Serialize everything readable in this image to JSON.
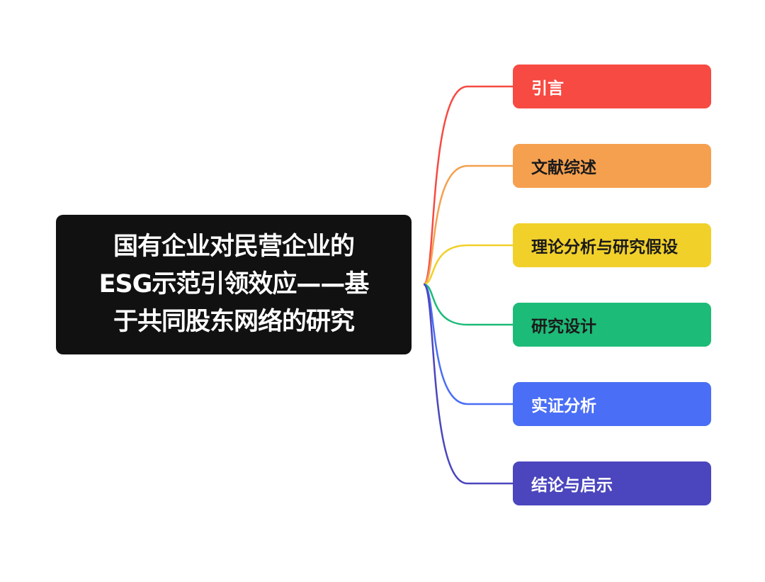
{
  "central_topic": {
    "title": "国有企业对民营企业的ESG示范引领效应——基于共同股东网络的研究",
    "lines": [
      "国有企业对民营企业的",
      "ESG示范引领效应——基",
      "于共同股东网络的研究"
    ],
    "color": "#111111"
  },
  "branches": [
    {
      "label": "引言",
      "color": "#f64a42"
    },
    {
      "label": "文献综述",
      "color": "#f5a04f"
    },
    {
      "label": "理论分析与研究假设",
      "color": "#f1d02a"
    },
    {
      "label": "研究设计",
      "color": "#1dbb78"
    },
    {
      "label": "实证分析",
      "color": "#4a6ef5"
    },
    {
      "label": "结论与启示",
      "color": "#4b46bd"
    }
  ]
}
